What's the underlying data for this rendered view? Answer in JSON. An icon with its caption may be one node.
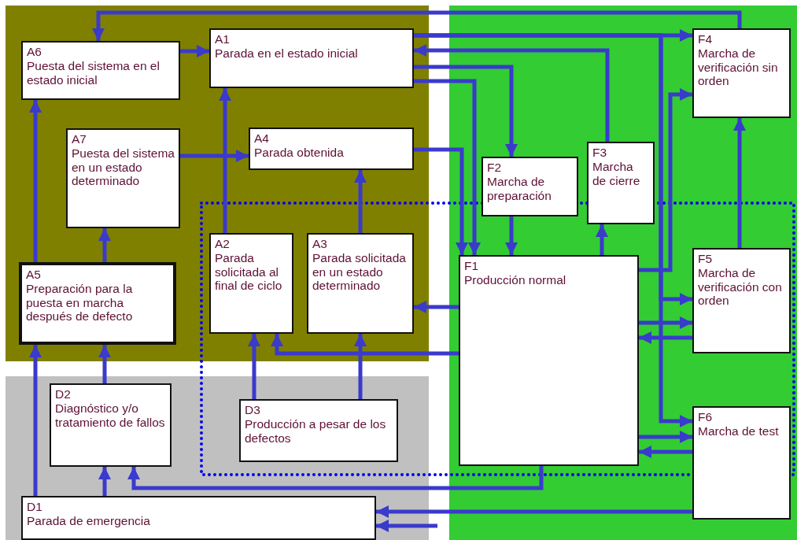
{
  "diagram": {
    "nodes": [
      {
        "text": [
          "A6",
          "Puesta del sistema en el estado inicial"
        ]
      },
      {
        "text": [
          "A1",
          "Parada en el estado inicial"
        ]
      },
      {
        "text": [
          "A7",
          "Puesta del sistema en un estado determinado"
        ]
      },
      {
        "text": [
          "A4",
          "Parada obtenida"
        ]
      },
      {
        "text": [
          "A2",
          "Parada solicitada al final de ciclo"
        ]
      },
      {
        "text": [
          "A3",
          "Parada solicitada en un estado determinado"
        ]
      },
      {
        "text": [
          "A5",
          "Preparación para la puesta en marcha después de defecto"
        ]
      },
      {
        "text": [
          "D2",
          "Diagnóstico y/o tratamiento de fallos"
        ]
      },
      {
        "text": [
          "D3",
          "Producción a pesar de los defectos"
        ]
      },
      {
        "text": [
          "D1",
          "Parada de emergencia"
        ]
      },
      {
        "text": [
          "F4",
          "Marcha de verificación sin orden"
        ]
      },
      {
        "text": [
          "F2",
          "Marcha de preparación"
        ]
      },
      {
        "text": [
          "F3",
          "Marcha de cierre"
        ]
      },
      {
        "text": [
          "F1",
          "Producción normal"
        ]
      },
      {
        "text": [
          "F5",
          "Marcha de verificación con orden"
        ]
      },
      {
        "text": [
          "F6",
          "Marcha de test"
        ]
      }
    ],
    "edges": [
      {
        "from": 0,
        "to": 1,
        "arrow": "to"
      },
      {
        "from": 10,
        "to": 0,
        "arrow": "to"
      },
      {
        "from": 1,
        "to": 10,
        "arrow": "to"
      },
      {
        "from": 1,
        "to": 14,
        "arrow": "to"
      },
      {
        "from": 1,
        "to": 15,
        "arrow": "to"
      },
      {
        "from": 12,
        "to": 1,
        "arrow": "to"
      },
      {
        "from": 1,
        "to": 11,
        "arrow": "to"
      },
      {
        "from": 1,
        "to": 13,
        "arrow": "to"
      },
      {
        "from": 3,
        "to": 13,
        "arrow": "to"
      },
      {
        "from": 11,
        "to": 13,
        "arrow": "to"
      },
      {
        "from": 13,
        "to": 12,
        "arrow": "to"
      },
      {
        "from": 13,
        "to": 10,
        "arrow": "to"
      },
      {
        "from": 13,
        "to": 14,
        "arrow": "to"
      },
      {
        "from": 14,
        "to": 13,
        "arrow": "to"
      },
      {
        "from": 13,
        "to": 15,
        "arrow": "to"
      },
      {
        "from": 15,
        "to": 13,
        "arrow": "to"
      },
      {
        "from": 14,
        "to": 10,
        "arrow": "to"
      },
      {
        "from": 13,
        "to": 5,
        "arrow": "to"
      },
      {
        "from": 13,
        "to": 4,
        "arrow": "to"
      },
      {
        "from": 5,
        "to": 3,
        "arrow": "to"
      },
      {
        "from": 4,
        "to": 1,
        "arrow": "to"
      },
      {
        "from": 2,
        "to": 3,
        "arrow": "to"
      },
      {
        "from": 6,
        "to": 2,
        "arrow": "to"
      },
      {
        "from": 6,
        "to": 0,
        "arrow": "to"
      },
      {
        "from": 9,
        "to": 6,
        "arrow": "to"
      },
      {
        "from": 7,
        "to": 6,
        "arrow": "to"
      },
      {
        "from": 9,
        "to": 7,
        "arrow": "to"
      },
      {
        "from": 13,
        "to": 7,
        "arrow": "to"
      },
      {
        "from": 8,
        "to": 4,
        "arrow": "to"
      },
      {
        "from": 8,
        "to": 5,
        "arrow": "to"
      },
      {
        "from": 15,
        "to": 9,
        "arrow": "to"
      },
      {
        "from": null,
        "to": 9,
        "arrow": "to"
      }
    ]
  }
}
